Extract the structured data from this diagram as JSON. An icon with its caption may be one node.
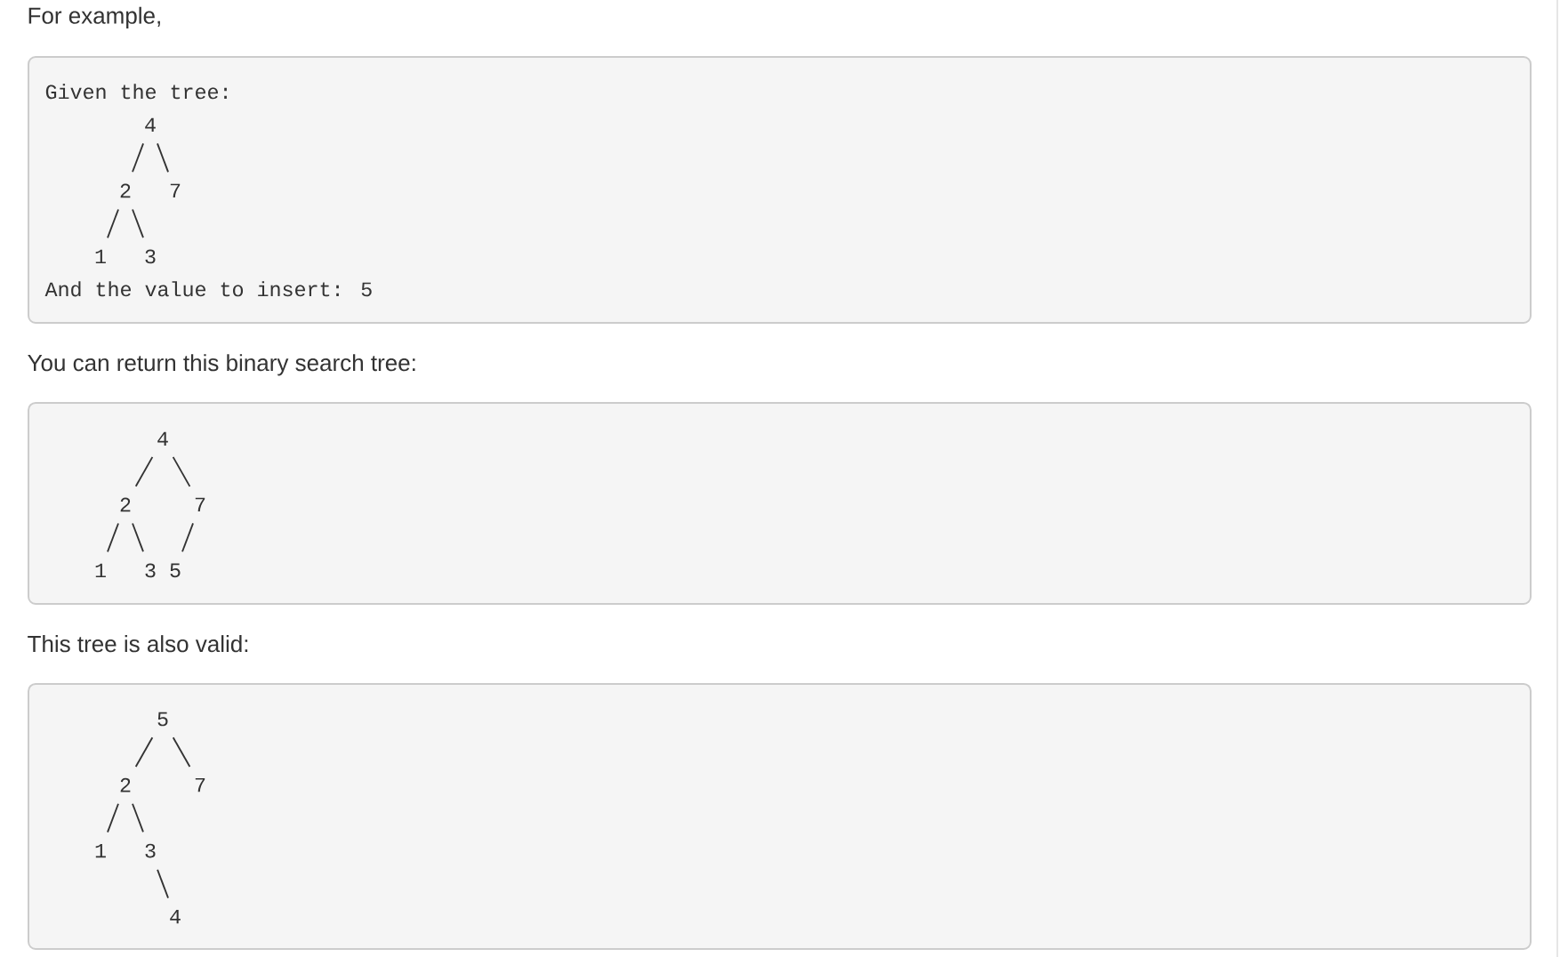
{
  "diagram": {
    "nodes": [
      {
        "text": [
          "Given the tree:",
          "And the value to insert: 5"
        ]
      },
      {
        "text": [
          "4"
        ],
        "in": 0
      },
      {
        "text": [
          "2"
        ],
        "in": 0
      },
      {
        "text": [
          "7"
        ],
        "in": 0
      },
      {
        "text": [
          "1"
        ],
        "in": 0
      },
      {
        "text": [
          "3"
        ],
        "in": 0
      },
      {
        "text": [
          "You can return this binary search tree:"
        ]
      },
      {
        "text": [
          "4"
        ],
        "in": 6
      },
      {
        "text": [
          "2"
        ],
        "in": 6
      },
      {
        "text": [
          "7"
        ],
        "in": 6
      },
      {
        "text": [
          "1"
        ],
        "in": 6
      },
      {
        "text": [
          "3"
        ],
        "in": 6
      },
      {
        "text": [
          "5"
        ],
        "in": 6
      },
      {
        "text": [
          "This tree is also valid:"
        ]
      },
      {
        "text": [
          "5"
        ],
        "in": 13
      },
      {
        "text": [
          "2"
        ],
        "in": 13
      },
      {
        "text": [
          "7"
        ],
        "in": 13
      },
      {
        "text": [
          "1"
        ],
        "in": 13
      },
      {
        "text": [
          "3"
        ],
        "in": 13
      },
      {
        "text": [
          "4"
        ],
        "in": 13
      }
    ],
    "edges": [
      {
        "from": 1,
        "to": 2,
        "arrow": "none"
      },
      {
        "from": 1,
        "to": 3,
        "arrow": "none"
      },
      {
        "from": 2,
        "to": 4,
        "arrow": "none"
      },
      {
        "from": 2,
        "to": 5,
        "arrow": "none"
      },
      {
        "from": 7,
        "to": 8,
        "arrow": "none"
      },
      {
        "from": 7,
        "to": 9,
        "arrow": "none"
      },
      {
        "from": 8,
        "to": 10,
        "arrow": "none"
      },
      {
        "from": 8,
        "to": 11,
        "arrow": "none"
      },
      {
        "from": 9,
        "to": 12,
        "arrow": "none"
      },
      {
        "from": 14,
        "to": 15,
        "arrow": "none"
      },
      {
        "from": 14,
        "to": 16,
        "arrow": "none"
      },
      {
        "from": 15,
        "to": 17,
        "arrow": "none"
      },
      {
        "from": 15,
        "to": 18,
        "arrow": "none"
      },
      {
        "from": 18,
        "to": 19,
        "arrow": "none"
      }
    ],
    "labels": [
      "For example,"
    ]
  }
}
